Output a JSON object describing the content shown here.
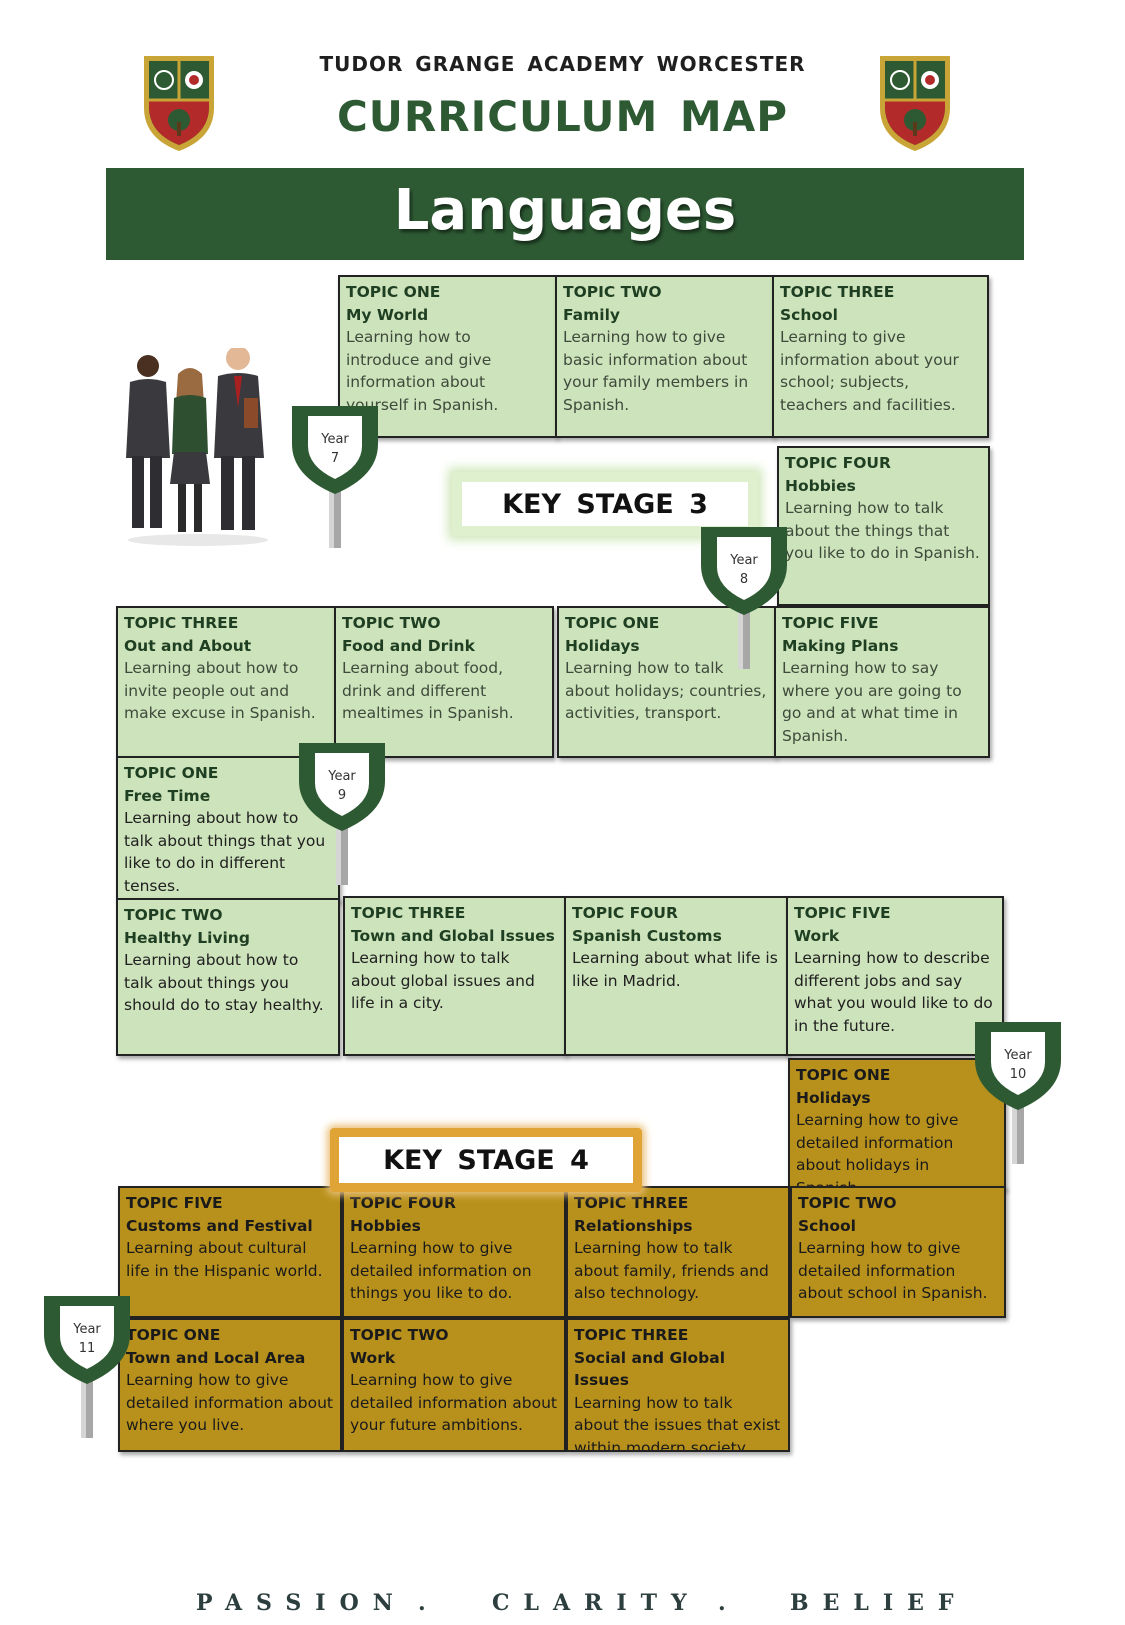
{
  "header": {
    "school": "TUDOR GRANGE ACADEMY WORCESTER",
    "title": "CURRICULUM MAP",
    "subject": "Languages"
  },
  "key_stages": {
    "ks3": "KEY STAGE 3",
    "ks4": "KEY STAGE 4"
  },
  "signs": {
    "year7": {
      "word": "Year",
      "num": "7"
    },
    "year8": {
      "word": "Year",
      "num": "8"
    },
    "year9": {
      "word": "Year",
      "num": "9"
    },
    "year10": {
      "word": "Year",
      "num": "10"
    },
    "year11": {
      "word": "Year",
      "num": "11"
    }
  },
  "year7": [
    {
      "number": "TOPIC ONE",
      "title": "My World",
      "desc": "Learning how to introduce and give information about yourself in Spanish."
    },
    {
      "number": "TOPIC TWO",
      "title": "Family",
      "desc": "Learning how to give basic information about your family members in Spanish."
    },
    {
      "number": "TOPIC THREE",
      "title": "School",
      "desc": "Learning to give information about your school; subjects, teachers and facilities."
    },
    {
      "number": "TOPIC FOUR",
      "title": "Hobbies",
      "desc": "Learning how to talk about the things that you like to do in Spanish."
    },
    {
      "number": "TOPIC FIVE",
      "title": "Making Plans",
      "desc": "Learning how to say where you are going to go and at what time in Spanish."
    }
  ],
  "year8": [
    {
      "number": "TOPIC ONE",
      "title": "Holidays",
      "desc": "Learning how to talk about holidays; countries, activities, transport."
    },
    {
      "number": "TOPIC TWO",
      "title": "Food and Drink",
      "desc": "Learning about food, drink and different mealtimes in Spanish."
    },
    {
      "number": "TOPIC THREE",
      "title": "Out and About",
      "desc": "Learning about how to invite people out and make excuse in Spanish."
    }
  ],
  "year9": [
    {
      "number": "TOPIC ONE",
      "title": "Free Time",
      "desc": "Learning about how to talk about things that you like to do in different tenses."
    },
    {
      "number": "TOPIC TWO",
      "title": "Healthy Living",
      "desc": "Learning about how to talk about things you should do to stay healthy."
    },
    {
      "number": "TOPIC THREE",
      "title": "Town and Global Issues",
      "desc": "Learning how to talk about global issues and life in a city."
    },
    {
      "number": "TOPIC FOUR",
      "title": "Spanish Customs",
      "desc": "Learning about what life is like in Madrid."
    },
    {
      "number": "TOPIC FIVE",
      "title": "Work",
      "desc": "Learning how to describe different jobs and say what you would like to do in the future."
    }
  ],
  "year10": [
    {
      "number": "TOPIC ONE",
      "title": "Holidays",
      "desc": "Learning how to give detailed information about holidays in Spanish."
    },
    {
      "number": "TOPIC TWO",
      "title": "School",
      "desc": "Learning how to give detailed information about school in Spanish."
    },
    {
      "number": "TOPIC THREE",
      "title": "Relationships",
      "desc": "Learning how to talk about family, friends and also technology."
    },
    {
      "number": "TOPIC FOUR",
      "title": "Hobbies",
      "desc": "Learning how to give detailed information on things you like to do."
    },
    {
      "number": "TOPIC FIVE",
      "title": "Customs and Festival",
      "desc": "Learning about cultural life in the Hispanic world."
    }
  ],
  "year11": [
    {
      "number": "TOPIC ONE",
      "title": "Town and Local Area",
      "desc": "Learning how to give detailed information about where you live."
    },
    {
      "number": "TOPIC TWO",
      "title": "Work",
      "desc": "Learning how to give detailed information about your future ambitions."
    },
    {
      "number": "TOPIC THREE",
      "title": "Social and Global Issues",
      "desc": "Learning how to talk about the issues that exist within modern society."
    }
  ],
  "footer": {
    "w1": "PASSION",
    "sep1": ".",
    "w2": "CLARITY",
    "sep2": ".",
    "w3": "BELIEF"
  },
  "colors": {
    "primary_green": "#2d5a33",
    "ks3_box": "#cde3bb",
    "ks4_box": "#b8911c",
    "ks4_glow": "#e0a336"
  }
}
